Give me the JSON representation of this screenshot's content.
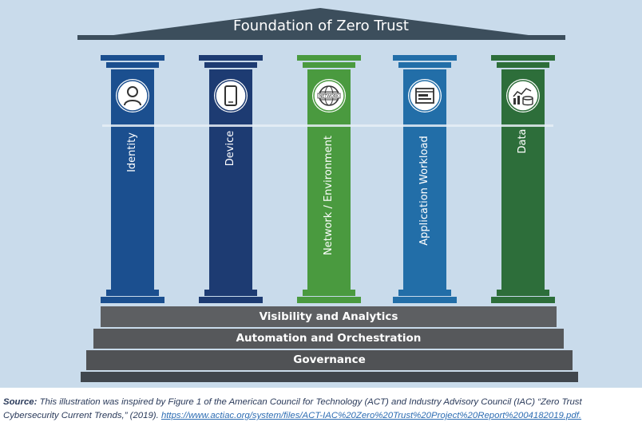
{
  "diagram": {
    "title": "Foundation of Zero Trust",
    "pillars": [
      {
        "label": "Identity",
        "icon": "person-icon",
        "color": "#1b4f8f"
      },
      {
        "label": "Device",
        "icon": "mobile-device-icon",
        "color": "#1d3b72"
      },
      {
        "label": "Network / Environment",
        "icon": "network-globe-icon",
        "color": "#4a9a3f"
      },
      {
        "label": "Application Workload",
        "icon": "application-window-icon",
        "color": "#226ea8"
      },
      {
        "label": "Data",
        "icon": "data-analytics-icon",
        "color": "#2d6e3a"
      }
    ],
    "steps": [
      {
        "label": "Visibility and Analytics"
      },
      {
        "label": "Automation and Orchestration"
      },
      {
        "label": "Governance"
      }
    ],
    "network_icon_text": "NETWORK"
  },
  "caption": {
    "source_label": "Source:",
    "text_line1": " This illustration was inspired by Figure 1 of the American Council for Technology (ACT) and Industry Advisory Council (IAC) “Zero Trust",
    "text_line2": "Cybersecurity Current Trends,” (2019). ",
    "link": "https://www.actiac.org/system/files/ACT-IAC%20Zero%20Trust%20Project%20Report%2004182019.pdf."
  }
}
